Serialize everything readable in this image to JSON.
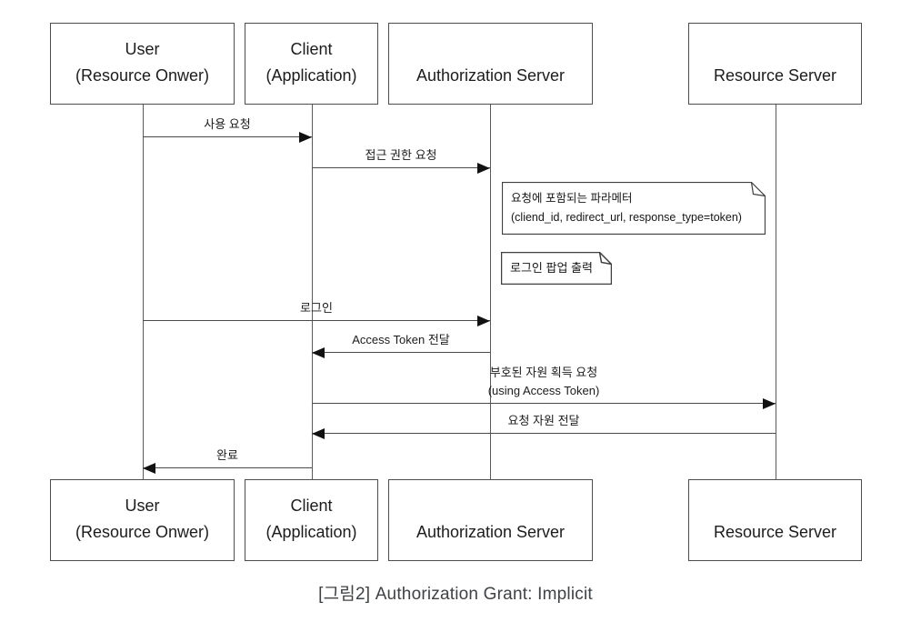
{
  "page": {
    "background": "#ffffff",
    "caption": "[그림2]  Authorization Grant: Implicit"
  },
  "colors": {
    "box_border": "#4d4d4d",
    "message_line": "#4a4a4a",
    "arrowhead": "#111111",
    "text": "#1c1c1c",
    "caption_text": "#3f4245"
  },
  "diagram": {
    "type": "uml-sequence",
    "actors": [
      {
        "id": "user",
        "lines": [
          "User",
          "(Resource Onwer)"
        ]
      },
      {
        "id": "client",
        "lines": [
          "Client",
          "(Application)"
        ]
      },
      {
        "id": "authorization_server",
        "lines": [
          "Authorization Server"
        ]
      },
      {
        "id": "resource_server",
        "lines": [
          "Resource Server"
        ]
      }
    ],
    "messages": [
      {
        "from": "user",
        "to": "client",
        "label": "사용 요청"
      },
      {
        "from": "client",
        "to": "authorization_server",
        "label": "접근 권한 요청"
      },
      {
        "from": "user",
        "to": "authorization_server",
        "label": "로그인"
      },
      {
        "from": "authorization_server",
        "to": "client",
        "label": "Access Token 전달"
      },
      {
        "from": "client",
        "to": "resource_server",
        "label": "부호된 자원 획득 요청",
        "label2": "(using Access Token)"
      },
      {
        "from": "resource_server",
        "to": "client",
        "label": "요청 자원 전달"
      },
      {
        "from": "client",
        "to": "user",
        "label": "완료"
      }
    ],
    "notes": [
      {
        "lines": [
          "요청에 포함되는 파라메터",
          "(cliend_id, redirect_url, response_type=token)"
        ]
      },
      {
        "lines": [
          "로그인 팝업 출력"
        ]
      }
    ]
  }
}
